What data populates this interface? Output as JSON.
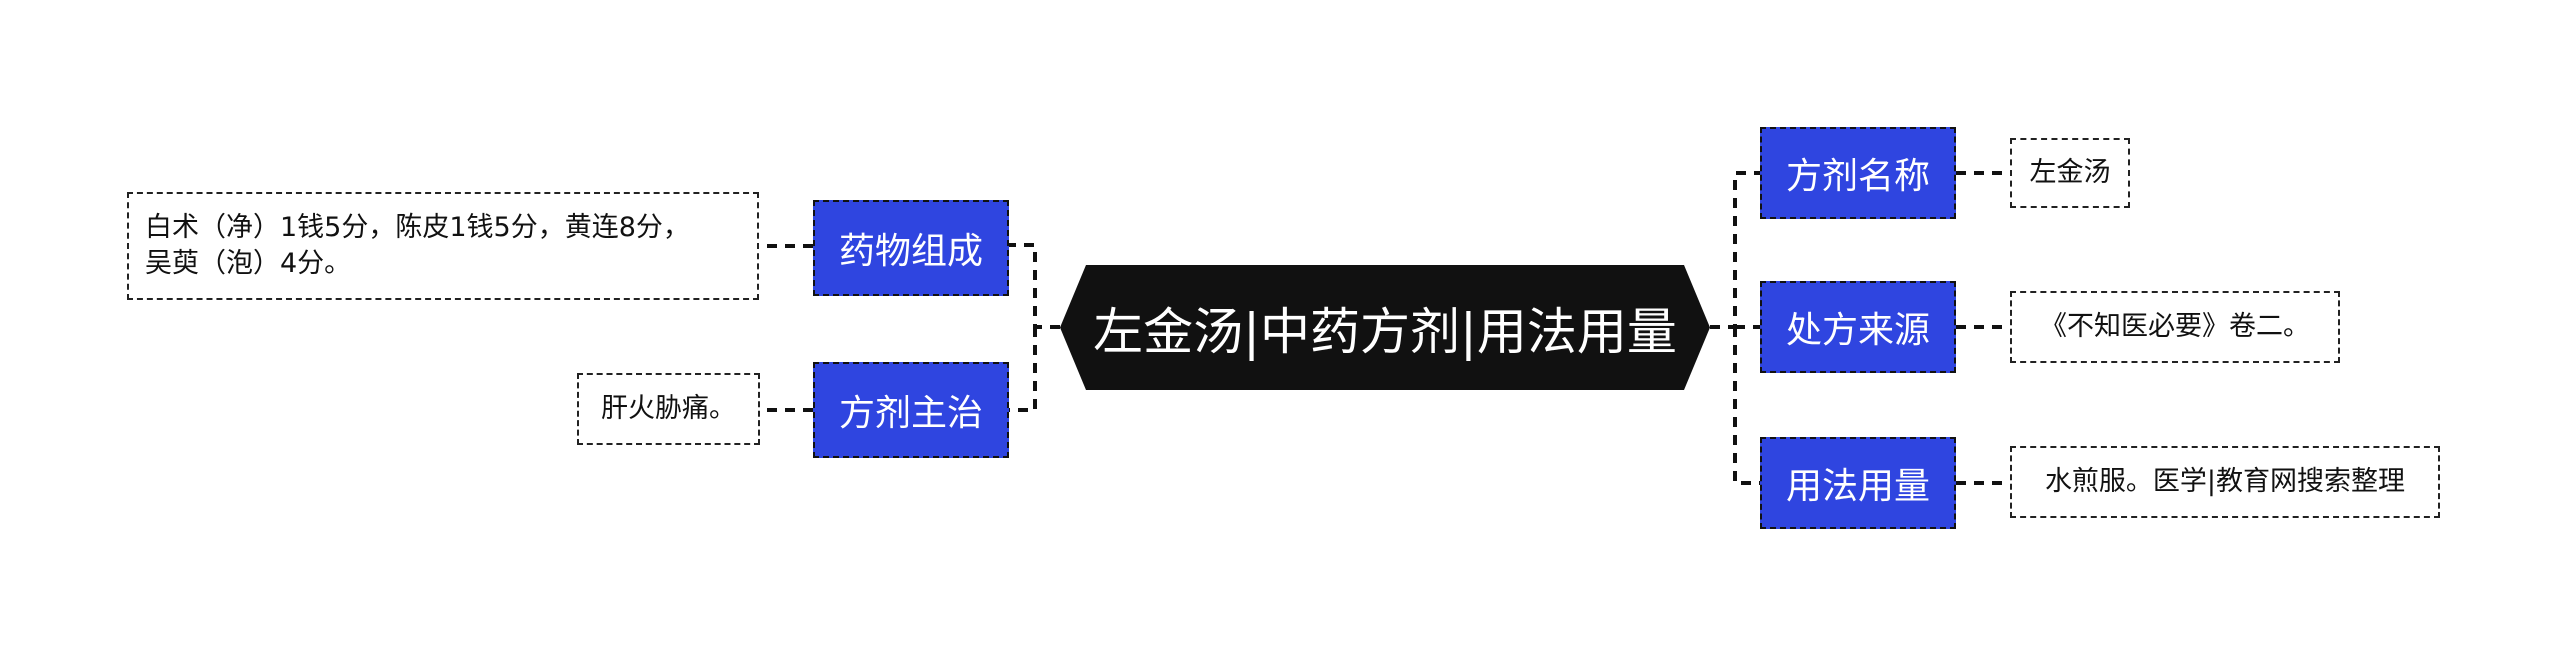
{
  "root": {
    "title": "左金汤|中药方剂|用法用量"
  },
  "left": [
    {
      "label": "药物组成",
      "detail_lines": [
        "白术（净）1钱5分，陈皮1钱5分，黄连8分，",
        "吴萸（泡）4分。"
      ]
    },
    {
      "label": "方剂主治",
      "detail_lines": [
        "肝火胁痛。"
      ]
    }
  ],
  "right": [
    {
      "label": "方剂名称",
      "detail_lines": [
        "左金汤"
      ]
    },
    {
      "label": "处方来源",
      "detail_lines": [
        "《不知医必要》卷二。"
      ]
    },
    {
      "label": "用法用量",
      "detail_lines": [
        "水煎服。医学|教育网搜索整理"
      ]
    }
  ],
  "colors": {
    "root_bg": "#111111",
    "branch_bg": "#2f45e0",
    "text_light": "#ffffff",
    "line": "#111111"
  }
}
